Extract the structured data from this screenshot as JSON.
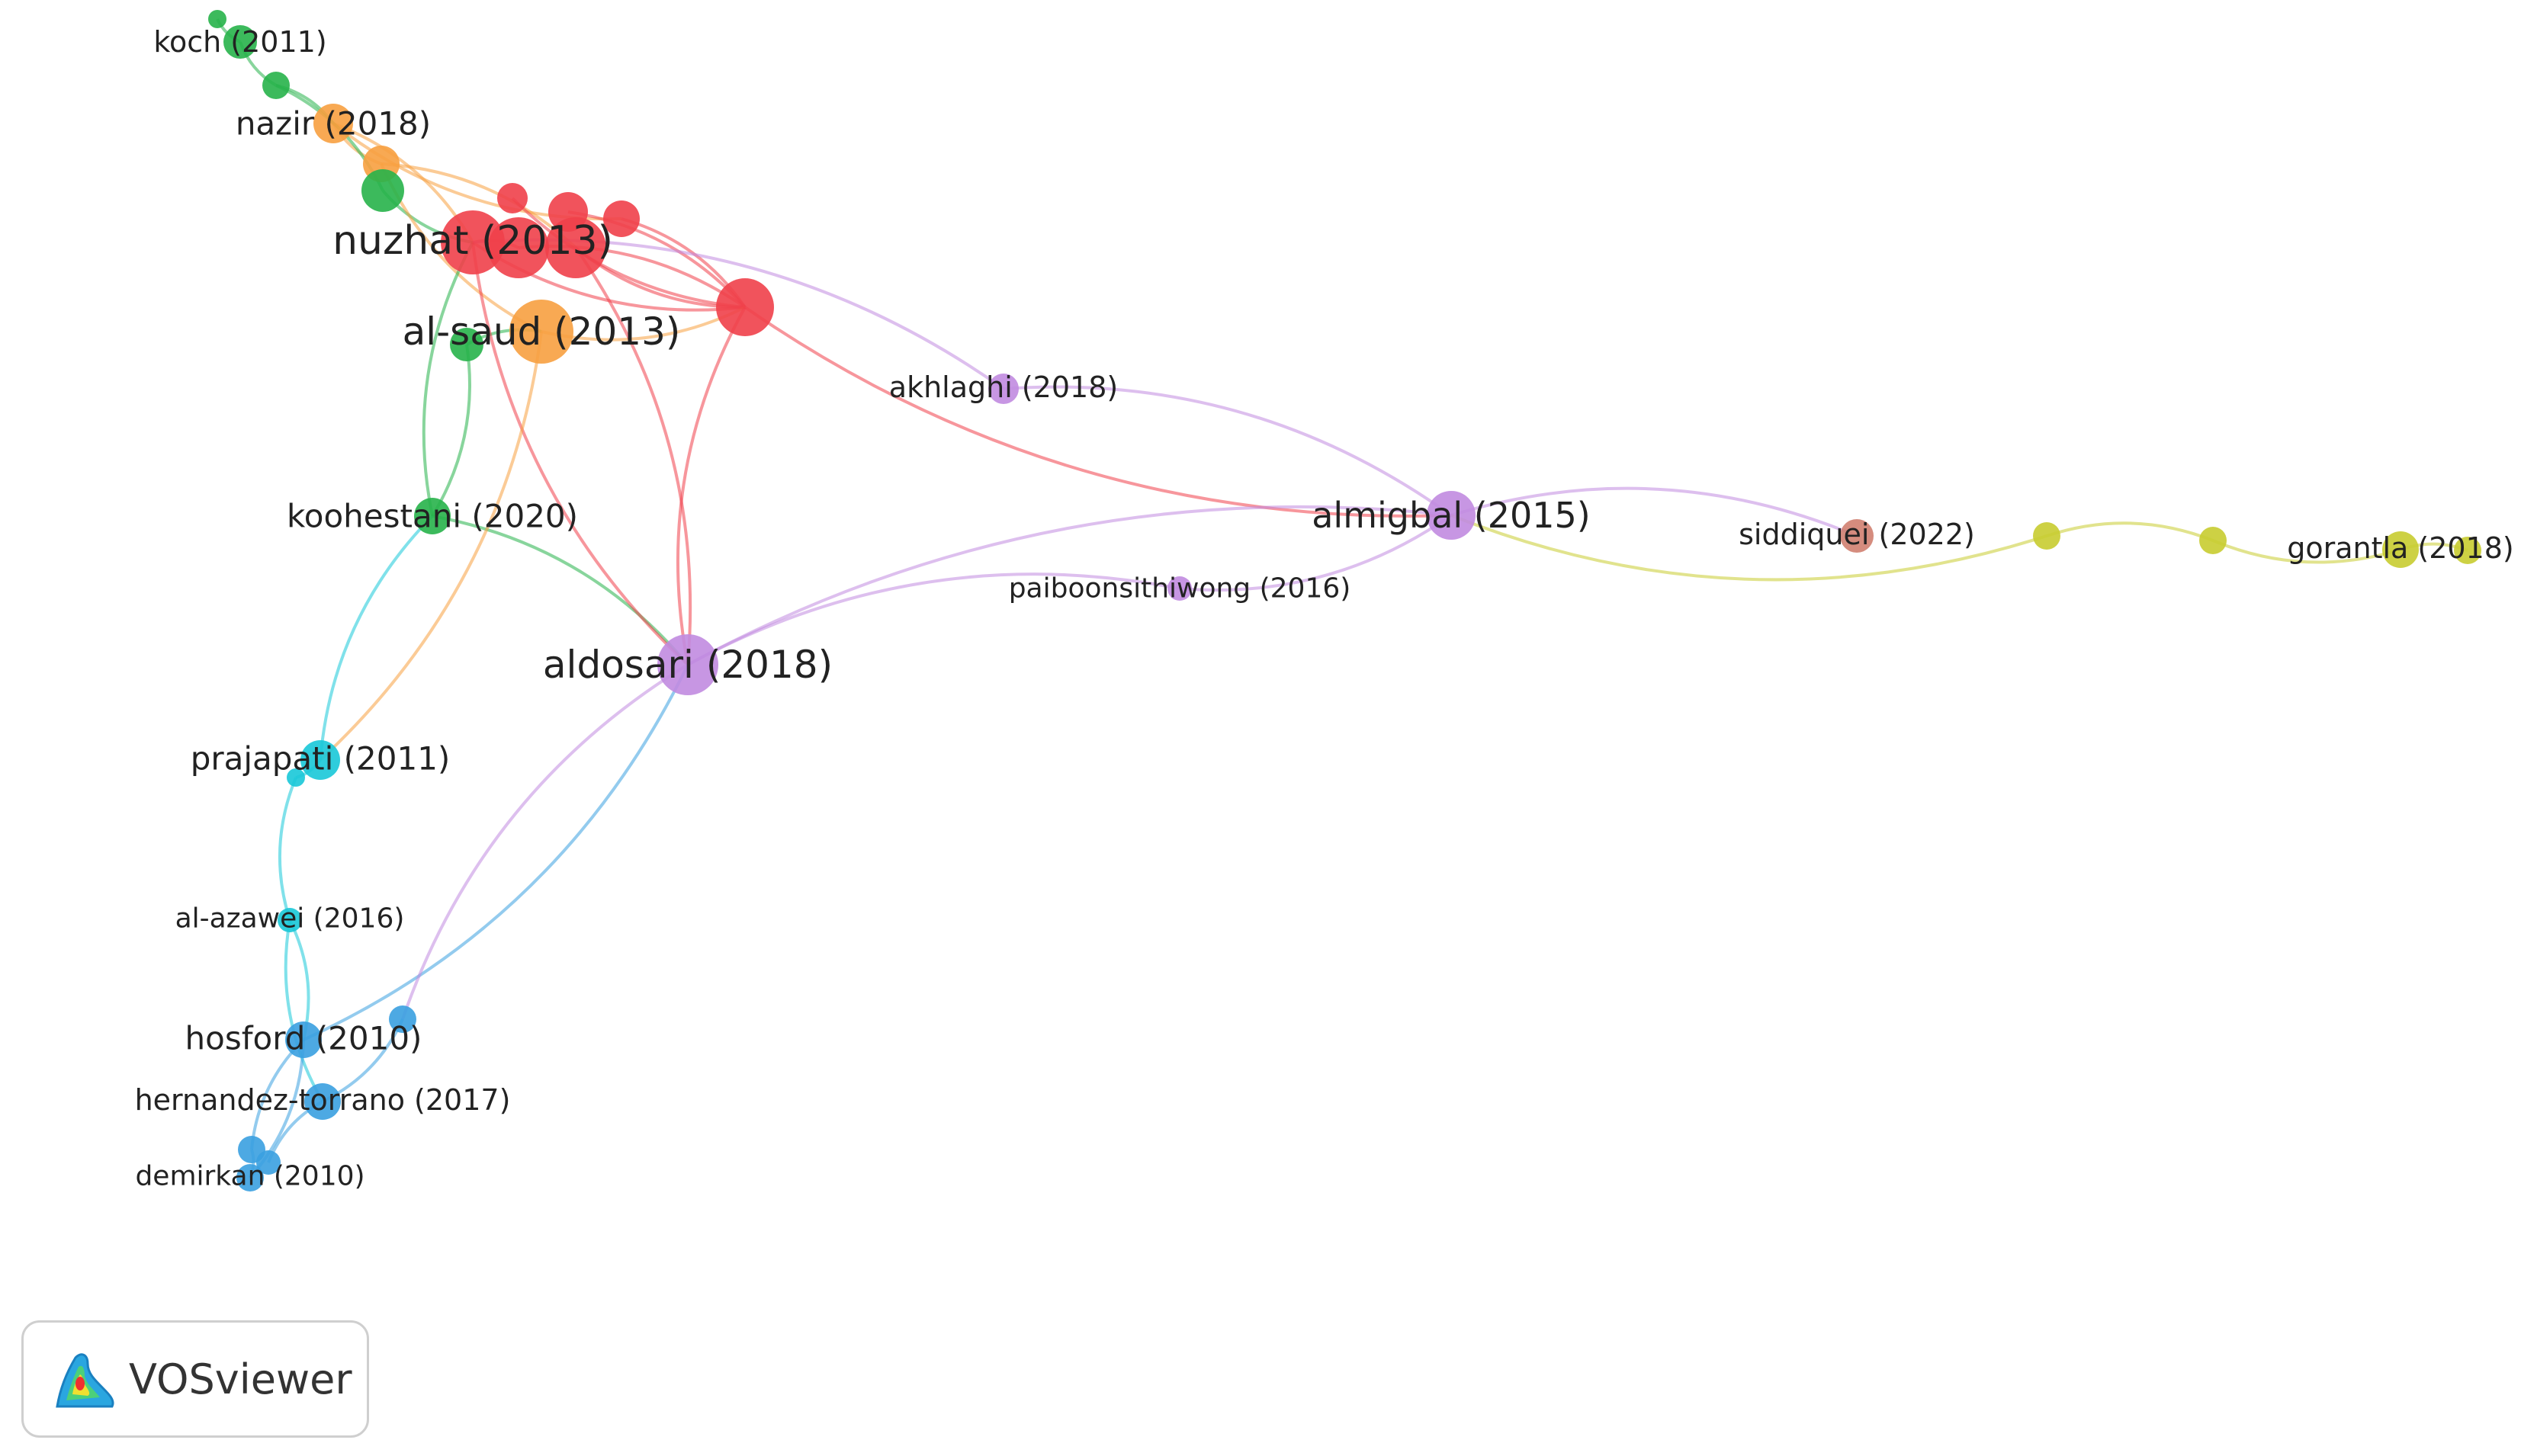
{
  "app": {
    "logo_text": "VOSviewer"
  },
  "colors": {
    "red": "#f0404a",
    "orange": "#f7a040",
    "green": "#27b24a",
    "purple": "#c18be0",
    "cyan": "#18c8d8",
    "blue": "#3aa0e0",
    "yellow": "#c8cc30",
    "brown": "#d08070"
  },
  "nodes": [
    {
      "id": "koch-2011",
      "label": "koch (2011)",
      "color": "green"
    },
    {
      "id": "nazir-2018",
      "label": "nazir (2018)",
      "color": "orange"
    },
    {
      "id": "nuzhat-2013",
      "label": "nuzhat (2013)",
      "color": "red"
    },
    {
      "id": "al-saud-2013",
      "label": "al-saud (2013)",
      "color": "orange"
    },
    {
      "id": "akhlaghi-2018",
      "label": "akhlaghi (2018)",
      "color": "purple"
    },
    {
      "id": "almigbal-2015",
      "label": "almigbal (2015)",
      "color": "purple"
    },
    {
      "id": "siddiquei-2022",
      "label": "siddiquei (2022)",
      "color": "brown"
    },
    {
      "id": "gorantla-2018",
      "label": "gorantla (2018)",
      "color": "yellow"
    },
    {
      "id": "koohestani-2020",
      "label": "koohestani (2020)",
      "color": "green"
    },
    {
      "id": "paiboonsithiwong-2016",
      "label": "paiboonsithiwong (2016)",
      "color": "purple"
    },
    {
      "id": "aldosari-2018",
      "label": "aldosari (2018)",
      "color": "purple"
    },
    {
      "id": "prajapati-2011",
      "label": "prajapati (2011)",
      "color": "cyan"
    },
    {
      "id": "al-azawei-2016",
      "label": "al-azawei (2016)",
      "color": "cyan"
    },
    {
      "id": "hosford-2010",
      "label": "hosford (2010)",
      "color": "blue"
    },
    {
      "id": "hernandez-torrano-2017",
      "label": "hernandez-torrano (2017)",
      "color": "blue"
    },
    {
      "id": "demirkan-2010",
      "label": "demirkan (2010)",
      "color": "blue"
    },
    {
      "id": "red-b",
      "label": "",
      "color": "red"
    },
    {
      "id": "red-c",
      "label": "",
      "color": "red"
    },
    {
      "id": "red-d",
      "label": "",
      "color": "red"
    },
    {
      "id": "red-e",
      "label": "",
      "color": "red"
    },
    {
      "id": "red-f",
      "label": "",
      "color": "red"
    },
    {
      "id": "red-g",
      "label": "",
      "color": "red"
    },
    {
      "id": "orange-b",
      "label": "",
      "color": "orange"
    },
    {
      "id": "green-a",
      "label": "",
      "color": "green"
    },
    {
      "id": "green-b",
      "label": "",
      "color": "green"
    },
    {
      "id": "green-c",
      "label": "",
      "color": "green"
    },
    {
      "id": "green-d",
      "label": "",
      "color": "green"
    },
    {
      "id": "cyan-b",
      "label": "",
      "color": "cyan"
    },
    {
      "id": "blue-b",
      "label": "",
      "color": "blue"
    },
    {
      "id": "blue-c",
      "label": "",
      "color": "blue"
    },
    {
      "id": "blue-d",
      "label": "",
      "color": "blue"
    },
    {
      "id": "yellow-a",
      "label": "",
      "color": "yellow"
    },
    {
      "id": "yellow-b",
      "label": "",
      "color": "yellow"
    },
    {
      "id": "yellow-c",
      "label": "",
      "color": "yellow"
    }
  ],
  "links": [
    [
      "koch-2011",
      "green-a",
      "green"
    ],
    [
      "koch-2011",
      "green-b",
      "green"
    ],
    [
      "green-b",
      "nazir-2018",
      "green"
    ],
    [
      "nazir-2018",
      "orange-b",
      "orange"
    ],
    [
      "nazir-2018",
      "nuzhat-2013",
      "orange"
    ],
    [
      "nazir-2018",
      "red-f",
      "orange"
    ],
    [
      "green-b",
      "green-c",
      "green"
    ],
    [
      "green-c",
      "nuzhat-2013",
      "green"
    ],
    [
      "orange-b",
      "red-e",
      "orange"
    ],
    [
      "orange-b",
      "al-saud-2013",
      "orange"
    ],
    [
      "nuzhat-2013",
      "red-b",
      "red"
    ],
    [
      "nuzhat-2013",
      "red-g",
      "red"
    ],
    [
      "red-b",
      "red-g",
      "red"
    ],
    [
      "red-c",
      "red-g",
      "red"
    ],
    [
      "red-d",
      "red-g",
      "red"
    ],
    [
      "red-e",
      "red-g",
      "red"
    ],
    [
      "red-f",
      "red-g",
      "red"
    ],
    [
      "al-saud-2013",
      "red-g",
      "orange"
    ],
    [
      "nuzhat-2013",
      "akhlaghi-2018",
      "purple"
    ],
    [
      "red-g",
      "almigbal-2015",
      "red"
    ],
    [
      "akhlaghi-2018",
      "almigbal-2015",
      "purple"
    ],
    [
      "almigbal-2015",
      "aldosari-2018",
      "purple"
    ],
    [
      "almigbal-2015",
      "paiboonsithiwong-2016",
      "purple"
    ],
    [
      "paiboonsithiwong-2016",
      "aldosari-2018",
      "purple"
    ],
    [
      "almigbal-2015",
      "siddiquei-2022",
      "purple"
    ],
    [
      "almigbal-2015",
      "yellow-a",
      "yellow"
    ],
    [
      "yellow-a",
      "yellow-b",
      "yellow"
    ],
    [
      "yellow-b",
      "gorantla-2018",
      "yellow"
    ],
    [
      "gorantla-2018",
      "yellow-c",
      "yellow"
    ],
    [
      "al-saud-2013",
      "green-d",
      "green"
    ],
    [
      "green-d",
      "koohestani-2020",
      "green"
    ],
    [
      "nuzhat-2013",
      "koohestani-2020",
      "green"
    ],
    [
      "koohestani-2020",
      "aldosari-2018",
      "green"
    ],
    [
      "nuzhat-2013",
      "aldosari-2018",
      "red"
    ],
    [
      "red-e",
      "aldosari-2018",
      "red"
    ],
    [
      "red-g",
      "aldosari-2018",
      "red"
    ],
    [
      "al-saud-2013",
      "prajapati-2011",
      "orange"
    ],
    [
      "koohestani-2020",
      "prajapati-2011",
      "cyan"
    ],
    [
      "prajapati-2011",
      "cyan-b",
      "cyan"
    ],
    [
      "cyan-b",
      "al-azawei-2016",
      "cyan"
    ],
    [
      "al-azawei-2016",
      "hosford-2010",
      "cyan"
    ],
    [
      "al-azawei-2016",
      "hernandez-torrano-2017",
      "cyan"
    ],
    [
      "aldosari-2018",
      "hosford-2010",
      "blue"
    ],
    [
      "aldosari-2018",
      "blue-b",
      "purple"
    ],
    [
      "blue-b",
      "hernandez-torrano-2017",
      "blue"
    ],
    [
      "hosford-2010",
      "blue-c",
      "blue"
    ],
    [
      "hosford-2010",
      "demirkan-2010",
      "blue"
    ],
    [
      "hernandez-torrano-2017",
      "blue-d",
      "blue"
    ],
    [
      "blue-c",
      "demirkan-2010",
      "blue"
    ]
  ]
}
